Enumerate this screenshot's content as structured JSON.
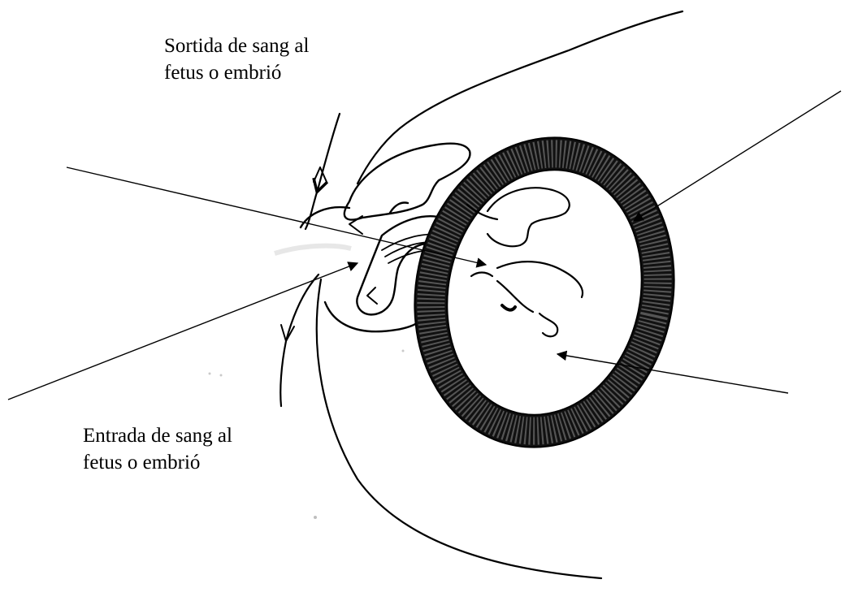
{
  "labels": {
    "blood_out": {
      "line1": "Sortida de sang al",
      "line2": "fetus o embrió"
    },
    "blood_in": {
      "line1": "Entrada de sang al",
      "line2": "fetus o embrió"
    }
  },
  "colors": {
    "ink": "#000000",
    "pencil_shading": "#2a2a2a",
    "background": "#ffffff"
  }
}
